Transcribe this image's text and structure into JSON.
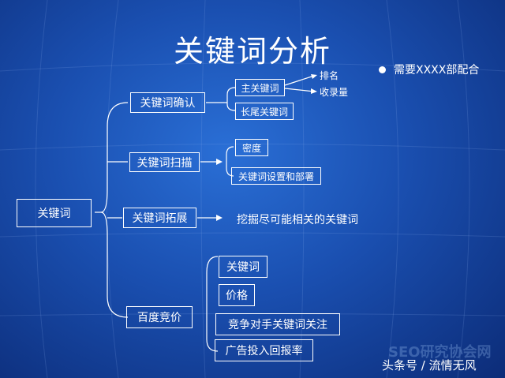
{
  "title": "关键词分析",
  "note": "需要XXXX部配合",
  "root": "关键词",
  "branches": {
    "confirm": {
      "label": "关键词确认",
      "children": [
        "主关键词",
        "长尾关键词"
      ],
      "leaf_items": [
        "排名",
        "收录量"
      ]
    },
    "scan": {
      "label": "关键词扫描",
      "children": [
        "密度",
        "关键词设置和部署"
      ]
    },
    "expand": {
      "label": "关键词拓展",
      "text": "挖掘尽可能相关的关键词"
    },
    "baidu": {
      "label": "百度竞价",
      "children": [
        "关键词",
        "价格",
        "竞争对手关键词关注",
        "广告投入回报率"
      ]
    }
  },
  "watermark": "头条号 / 流情无风",
  "watermark_logo": "SEO研究协会网"
}
